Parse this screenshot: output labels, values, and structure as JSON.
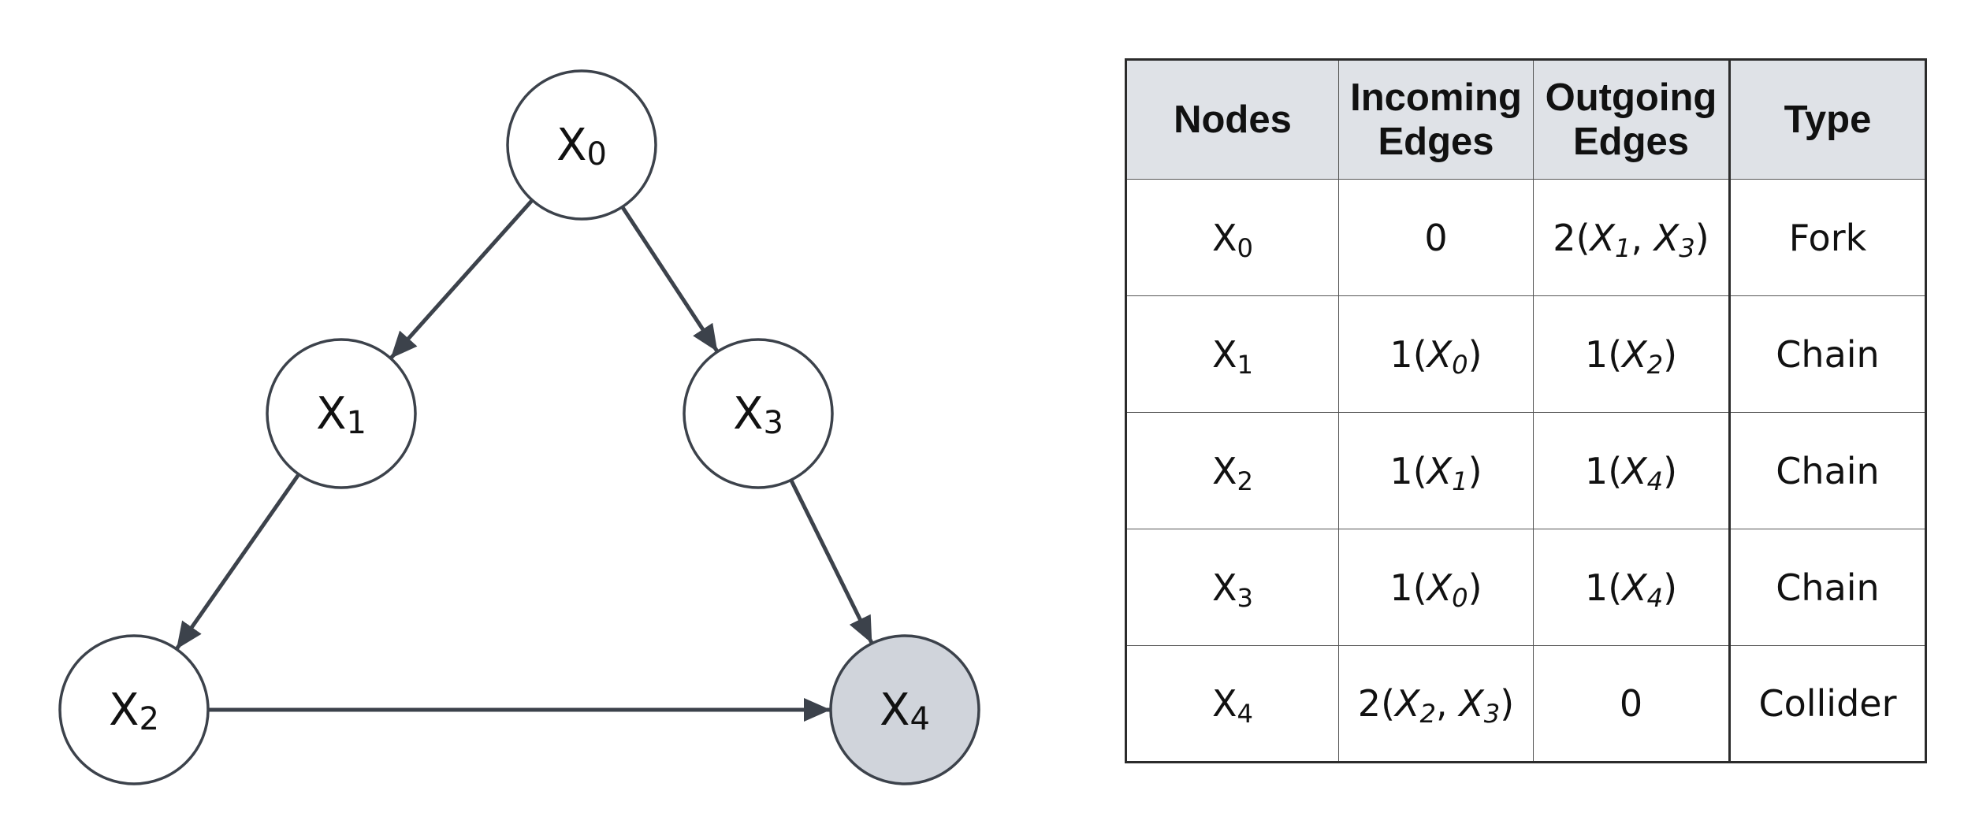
{
  "graph": {
    "nodes": [
      {
        "id": "X0",
        "base": "X",
        "sub": "0",
        "observed": false
      },
      {
        "id": "X1",
        "base": "X",
        "sub": "1",
        "observed": false
      },
      {
        "id": "X2",
        "base": "X",
        "sub": "2",
        "observed": false
      },
      {
        "id": "X3",
        "base": "X",
        "sub": "3",
        "observed": false
      },
      {
        "id": "X4",
        "base": "X",
        "sub": "4",
        "observed": true
      }
    ],
    "edges": [
      {
        "from": "X0",
        "to": "X1"
      },
      {
        "from": "X0",
        "to": "X3"
      },
      {
        "from": "X1",
        "to": "X2"
      },
      {
        "from": "X3",
        "to": "X4"
      },
      {
        "from": "X2",
        "to": "X4"
      }
    ],
    "colors": {
      "node_fill": "#ffffff",
      "node_fill_highlight": "#d0d4db",
      "node_stroke": "#3c424b",
      "edge": "#3c424b"
    }
  },
  "table": {
    "headers": {
      "nodes": "Nodes",
      "incoming_line1": "Incoming",
      "incoming_line2": "Edges",
      "outgoing_line1": "Outgoing",
      "outgoing_line2": "Edges",
      "type": "Type"
    },
    "header_bg": "#dfe2e7",
    "rows": [
      {
        "node": {
          "base": "X",
          "sub": "0"
        },
        "incoming": {
          "count": "0",
          "refs": []
        },
        "outgoing": {
          "count": "2",
          "refs": [
            {
              "base": "X",
              "sub": "1"
            },
            {
              "base": "X",
              "sub": "3"
            }
          ]
        },
        "type": "Fork"
      },
      {
        "node": {
          "base": "X",
          "sub": "1"
        },
        "incoming": {
          "count": "1",
          "refs": [
            {
              "base": "X",
              "sub": "0"
            }
          ]
        },
        "outgoing": {
          "count": "1",
          "refs": [
            {
              "base": "X",
              "sub": "2"
            }
          ]
        },
        "type": "Chain"
      },
      {
        "node": {
          "base": "X",
          "sub": "2"
        },
        "incoming": {
          "count": "1",
          "refs": [
            {
              "base": "X",
              "sub": "1"
            }
          ]
        },
        "outgoing": {
          "count": "1",
          "refs": [
            {
              "base": "X",
              "sub": "4"
            }
          ]
        },
        "type": "Chain"
      },
      {
        "node": {
          "base": "X",
          "sub": "3"
        },
        "incoming": {
          "count": "1",
          "refs": [
            {
              "base": "X",
              "sub": "0"
            }
          ]
        },
        "outgoing": {
          "count": "1",
          "refs": [
            {
              "base": "X",
              "sub": "4"
            }
          ]
        },
        "type": "Chain"
      },
      {
        "node": {
          "base": "X",
          "sub": "4"
        },
        "incoming": {
          "count": "2",
          "refs": [
            {
              "base": "X",
              "sub": "2"
            },
            {
              "base": "X",
              "sub": "3"
            }
          ]
        },
        "outgoing": {
          "count": "0",
          "refs": []
        },
        "type": "Collider"
      }
    ]
  }
}
